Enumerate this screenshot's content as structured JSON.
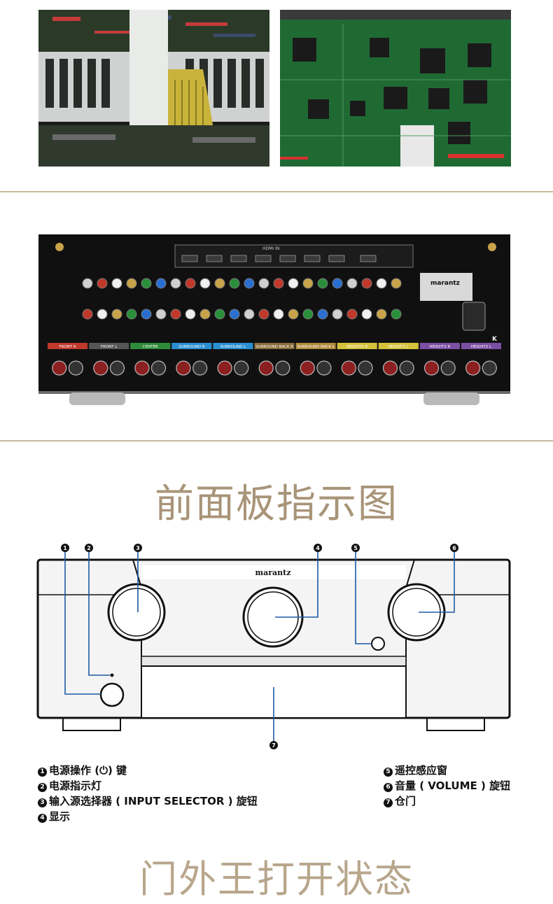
{
  "colors": {
    "divider": "#c9b89c",
    "title": "#a89478",
    "callout_line": "#1b5aa6",
    "pcb_green": "#1f6a33",
    "panel_black": "#0f0f0f"
  },
  "rear_panel": {
    "brand": "marantz",
    "hdmi_header": "HDMI IN",
    "speaker_channels": [
      {
        "label": "FRONT R",
        "color": "#c0392b"
      },
      {
        "label": "FRONT L",
        "color": "#555555"
      },
      {
        "label": "CENTER",
        "color": "#2e8b3a"
      },
      {
        "label": "SURROUND R",
        "color": "#2a8fd0"
      },
      {
        "label": "SURROUND L",
        "color": "#2a8fd0"
      },
      {
        "label": "SURROUND BACK R",
        "color": "#8a6d3b"
      },
      {
        "label": "SURROUND BACK L",
        "color": "#b08a3a"
      },
      {
        "label": "HEIGHT1 R",
        "color": "#d6c23a"
      },
      {
        "label": "HEIGHT1 L",
        "color": "#d6c23a"
      },
      {
        "label": "HEIGHT2 R",
        "color": "#7b4fa3"
      },
      {
        "label": "HEIGHT2 L",
        "color": "#7b4fa3"
      }
    ],
    "corner_mark": "K"
  },
  "front_section": {
    "title": "前面板指示图",
    "brand": "marantz",
    "callouts": [
      "1",
      "2",
      "3",
      "4",
      "5",
      "6",
      "7"
    ],
    "legend_left": [
      {
        "num": "1",
        "text": "电源操作 (⏻) 键"
      },
      {
        "num": "2",
        "text": "电源指示灯"
      },
      {
        "num": "3",
        "text": "输入源选择器 ( INPUT SELECTOR ) 旋钮"
      },
      {
        "num": "4",
        "text": "显示"
      }
    ],
    "legend_right": [
      {
        "num": "5",
        "text": "遥控感应窗"
      },
      {
        "num": "6",
        "text": "音量 ( VOLUME ) 旋钮"
      },
      {
        "num": "7",
        "text": "仓门"
      }
    ]
  },
  "next_section": {
    "title": "门外王打开状态"
  }
}
